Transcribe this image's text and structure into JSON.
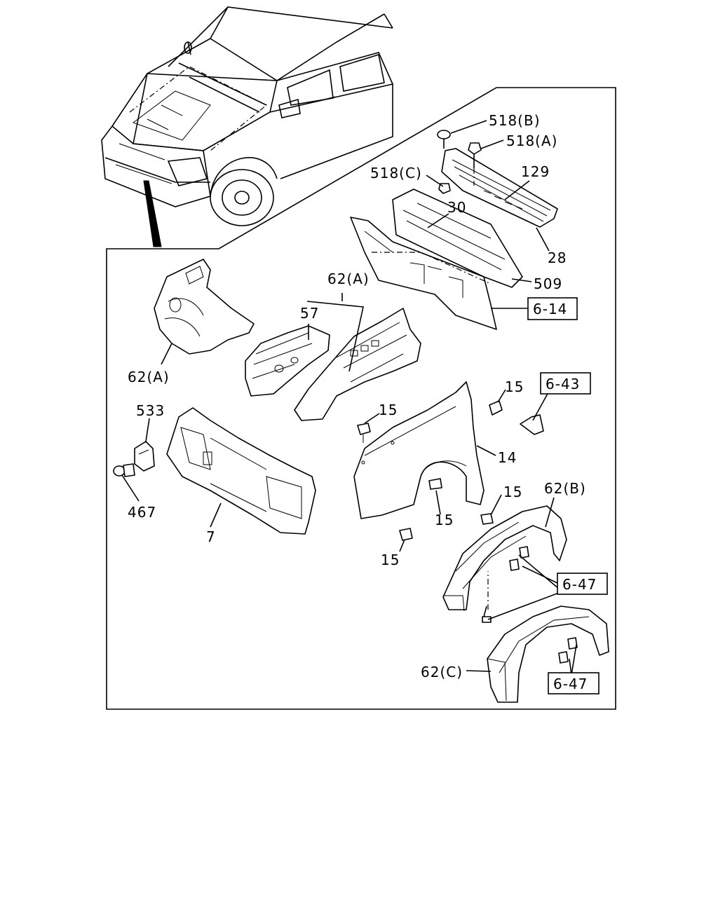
{
  "labels": {
    "p518b": "518(B)",
    "p518a": "518(A)",
    "p518c": "518(C)",
    "p129": "129",
    "p30": "30",
    "p28": "28",
    "p509": "509",
    "p62a_top": "62(A)",
    "p57": "57",
    "p62a_left": "62(A)",
    "p533": "533",
    "p467": "467",
    "p7": "7",
    "p15_a": "15",
    "p15_b": "15",
    "p15_c": "15",
    "p15_d": "15",
    "p15_e": "15",
    "p14": "14",
    "p62b": "62(B)",
    "p62c": "62(C)"
  },
  "references": {
    "ref_6_14": "6-14",
    "ref_6_43": "6-43",
    "ref_6_47_a": "6-47",
    "ref_6_47_b": "6-47"
  }
}
